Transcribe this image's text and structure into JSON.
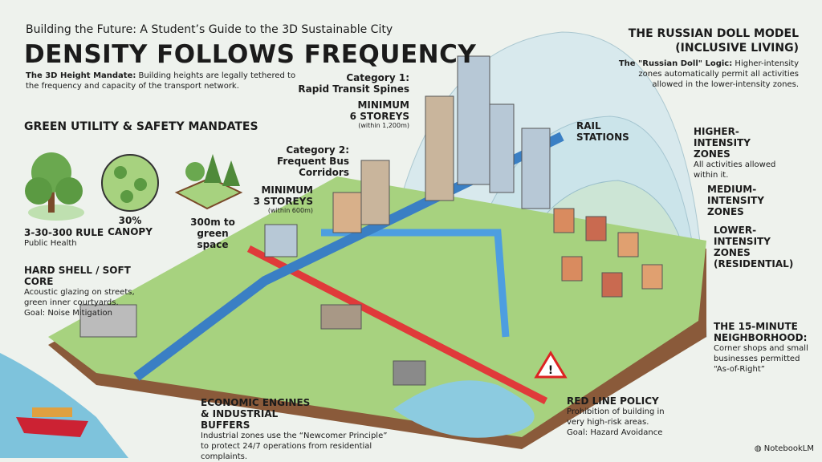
{
  "header": {
    "subtitle": "Building the Future: A Student’s Guide to the 3D Sustainable City",
    "title": "DENSITY FOLLOWS FREQUENCY",
    "mandate_label": "The 3D Height Mandate:",
    "mandate_text": "Building heights are legally tethered to the frequency and capacity of the transport network."
  },
  "categories": [
    {
      "title": "Category 1:",
      "name": "Rapid Transit Spines",
      "minimum": "MINIMUM",
      "storeys": "6 STOREYS",
      "within": "(within 1,200m)"
    },
    {
      "title": "Category 2:",
      "name": "Frequent Bus Corridors",
      "minimum": "MINIMUM",
      "storeys": "3 STOREYS",
      "within": "(within 600m)"
    }
  ],
  "rail_stations": "RAIL STATIONS",
  "green": {
    "title": "GREEN UTILITY & SAFETY MANDATES",
    "items": [
      {
        "title": "3-30-300 RULE",
        "sub": "Public Health"
      },
      {
        "title": "30% CANOPY",
        "sub": ""
      },
      {
        "title": "300m to green space",
        "sub": ""
      }
    ]
  },
  "hard_shell": {
    "title": "HARD SHELL / SOFT CORE",
    "text": "Acoustic glazing on streets, green inner courtyards.",
    "goal": "Goal: Noise Mitigation"
  },
  "economic": {
    "title": "ECONOMIC ENGINES & INDUSTRIAL BUFFERS",
    "text": "Industrial zones use the “Newcomer Principle” to protect 24/7 operations from residential complaints."
  },
  "red_line": {
    "title": "RED LINE POLICY",
    "text": "Prohibition of building in very high-risk areas.",
    "goal": "Goal: Hazard Avoidance"
  },
  "russian_doll": {
    "title": "THE RUSSIAN DOLL MODEL (INCLUSIVE LIVING)",
    "logic_label": "The \"Russian Doll\" Logic:",
    "logic_text": "Higher-intensity zones automatically permit all activities allowed in the lower-intensity zones.",
    "zones": [
      {
        "title": "HIGHER-INTENSITY ZONES",
        "text": "All activities allowed within it."
      },
      {
        "title": "MEDIUM-INTENSITY ZONES",
        "text": ""
      },
      {
        "title": "LOWER-INTENSITY ZONES (RESIDENTIAL)",
        "text": ""
      }
    ]
  },
  "fifteen_minute": {
    "title": "THE 15-MINUTE NEIGHBORHOOD:",
    "text": "Corner shops and small businesses permitted “As-of-Right”"
  },
  "branding": "NotebookLM",
  "colors": {
    "background": "#eef2ed",
    "green": "#8cc466",
    "rail": "#3a7fc4",
    "red_line": "#e03a3a",
    "water": "#8ccbe0",
    "earth": "#8a5a3a"
  }
}
